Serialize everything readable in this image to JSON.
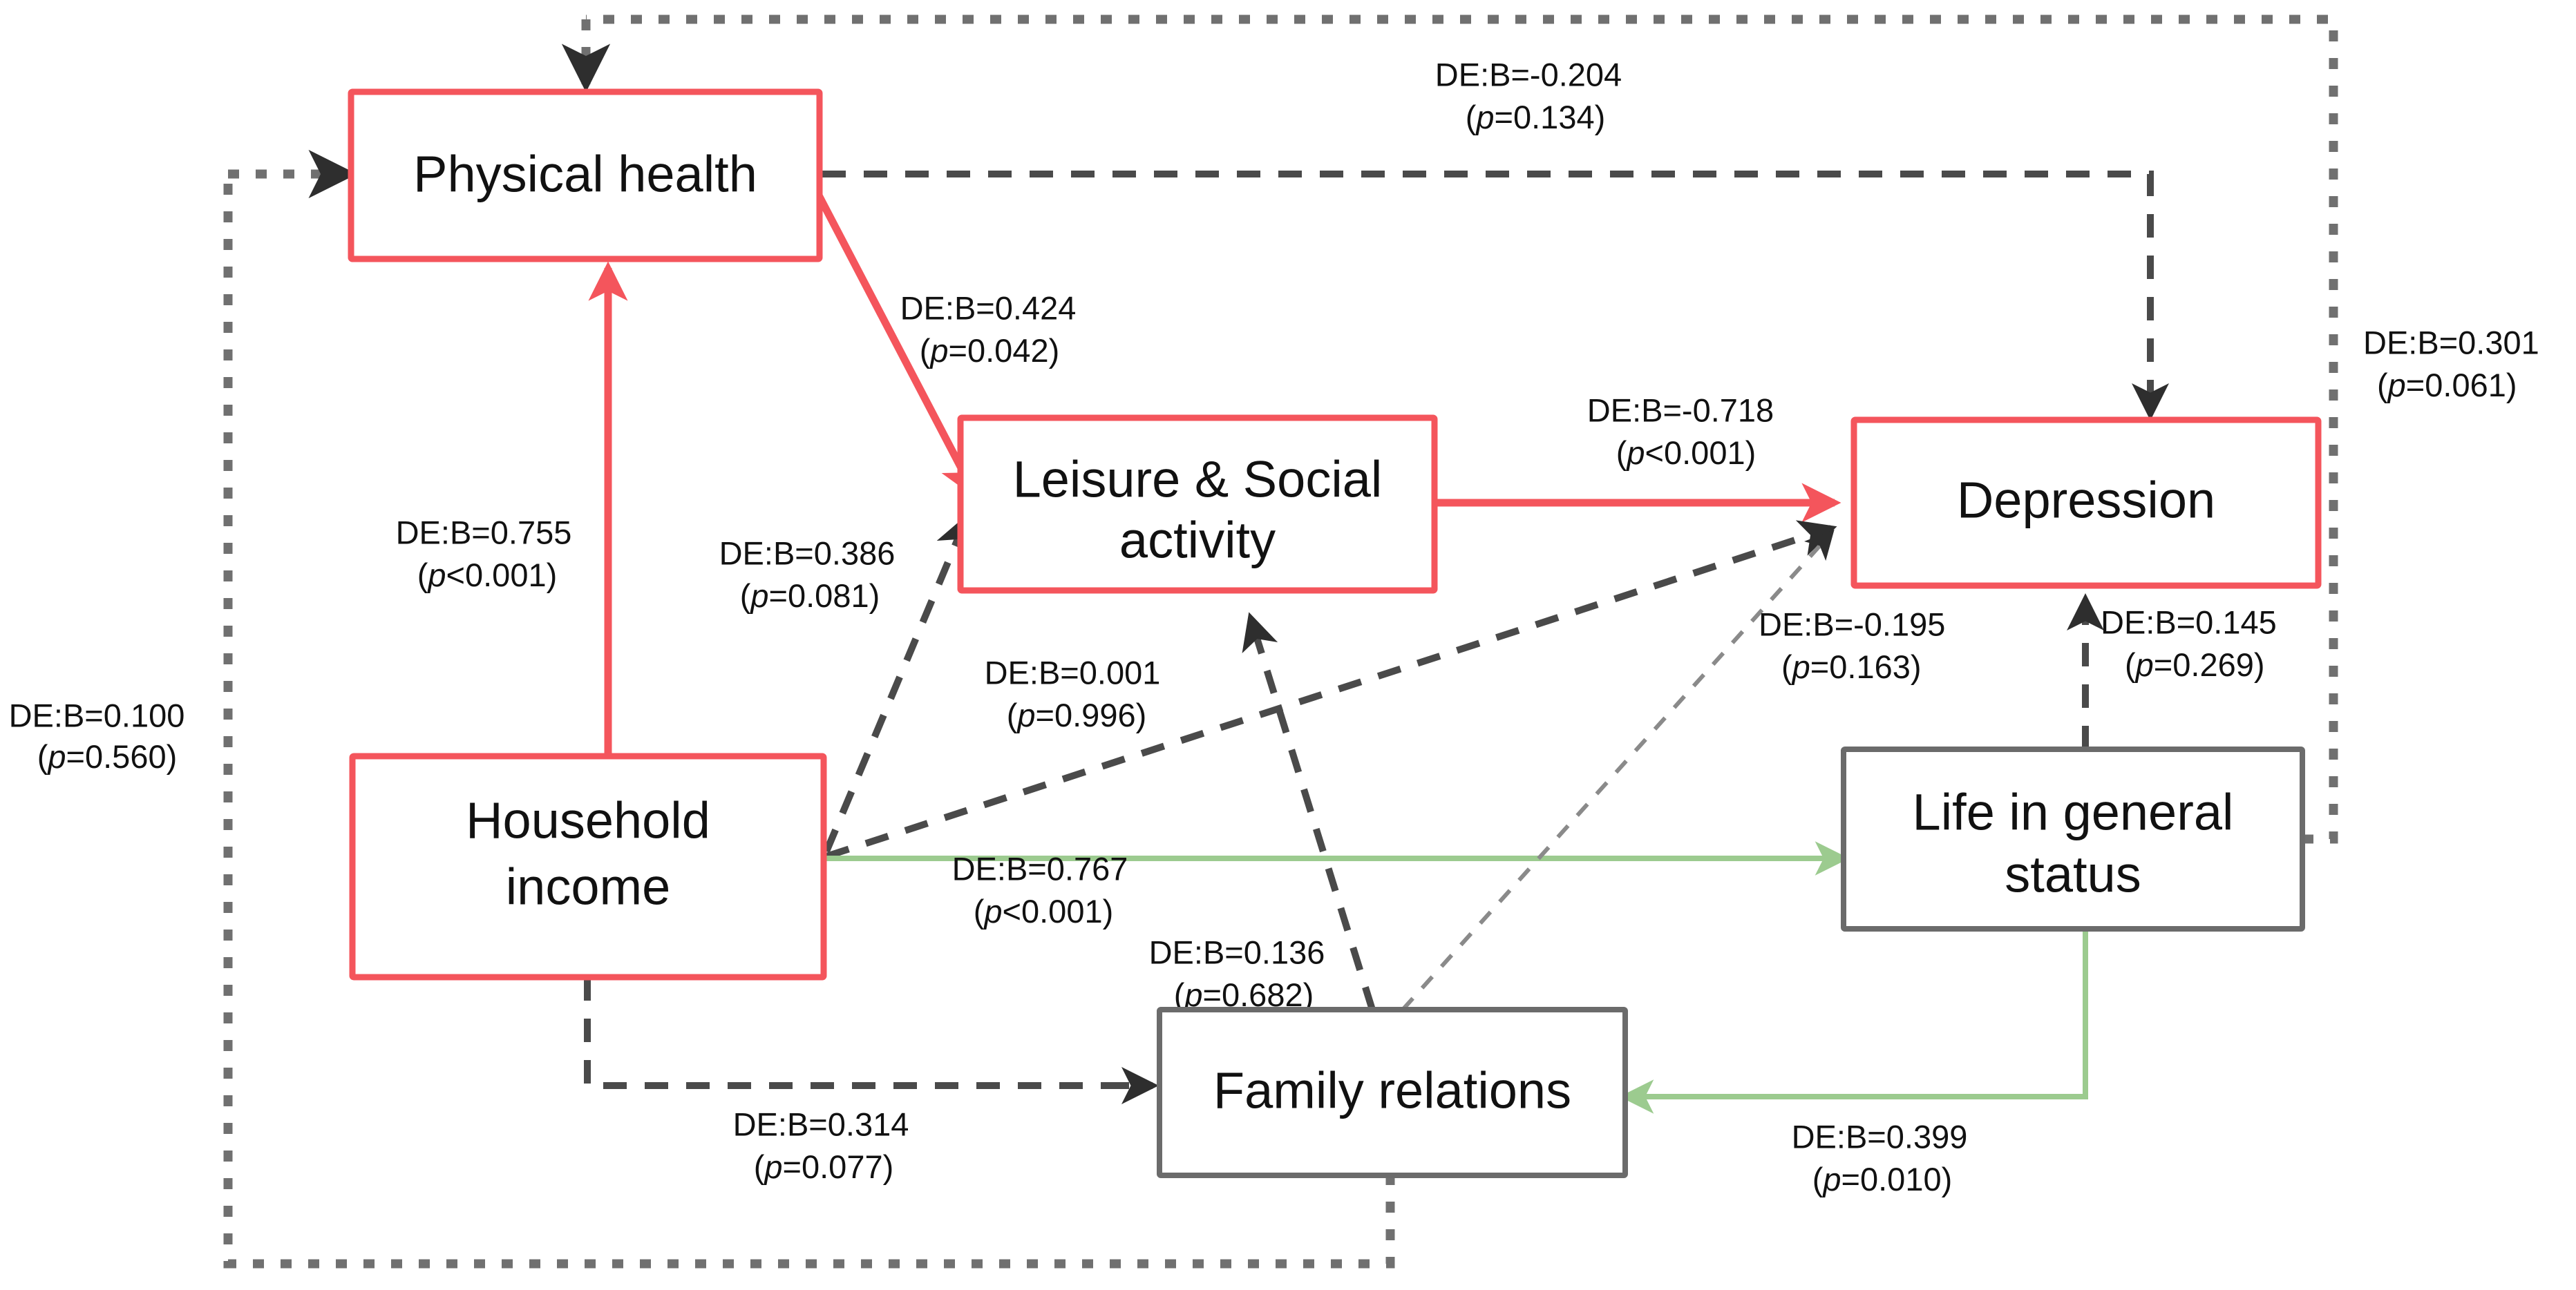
{
  "figure": {
    "type": "path-diagram",
    "title": "",
    "palette": {
      "accent_node_stroke": "#f4555c",
      "neutral_node_stroke": "#6b6b6b",
      "red_edge": "#f4555c",
      "green_edge": "#9ccb8f",
      "dashed_edge": "#4a4a4a",
      "background": "#ffffff",
      "text": "#111111"
    }
  },
  "nodes": [
    {
      "id": "physical_health",
      "label": "Physical health",
      "style": "accent"
    },
    {
      "id": "leisure_social",
      "label_line1": "Leisure & Social",
      "label_line2": "activity",
      "style": "accent"
    },
    {
      "id": "depression",
      "label": "Depression",
      "style": "accent"
    },
    {
      "id": "household_income",
      "label_line1": "Household",
      "label_line2": "income",
      "style": "accent"
    },
    {
      "id": "life_general",
      "label_line1": "Life in general",
      "label_line2": "status",
      "style": "neutral"
    },
    {
      "id": "family_relations",
      "label": "Family relations",
      "style": "neutral"
    }
  ],
  "edges": [
    {
      "id": "income_to_physical",
      "from": "household_income",
      "to": "physical_health",
      "style": "red",
      "coef": "DE:B=0.755",
      "p": "(p<0.001)"
    },
    {
      "id": "physical_to_leisure",
      "from": "physical_health",
      "to": "leisure_social",
      "style": "red",
      "coef": "DE:B=0.424",
      "p": "(p=0.042)"
    },
    {
      "id": "leisure_to_depression",
      "from": "leisure_social",
      "to": "depression",
      "style": "red",
      "coef": "DE:B=-0.718",
      "p": "(p<0.001)"
    },
    {
      "id": "physical_to_depression",
      "from": "physical_health",
      "to": "depression",
      "style": "dash",
      "coef": "DE:B=-0.204",
      "p": "(p=0.134)"
    },
    {
      "id": "life_to_physical",
      "from": "life_general",
      "to": "physical_health",
      "style": "dash",
      "coef": "DE:B=0.301",
      "p": "(p=0.061)"
    },
    {
      "id": "family_to_physical",
      "from": "family_relations",
      "to": "physical_health",
      "style": "dash",
      "coef": "DE:B=0.100",
      "p": "(p=0.560)"
    },
    {
      "id": "income_to_leisure",
      "from": "household_income",
      "to": "leisure_social",
      "style": "dash",
      "coef": "DE:B=0.386",
      "p": "(p=0.081)"
    },
    {
      "id": "income_to_depression",
      "from": "household_income",
      "to": "depression",
      "style": "dash",
      "coef": "DE:B=0.001",
      "p": "(p=0.996)"
    },
    {
      "id": "income_to_life",
      "from": "household_income",
      "to": "life_general",
      "style": "green",
      "coef": "DE:B=0.767",
      "p": "(p<0.001)"
    },
    {
      "id": "income_to_family",
      "from": "household_income",
      "to": "family_relations",
      "style": "dash",
      "coef": "DE:B=0.314",
      "p": "(p=0.077)"
    },
    {
      "id": "family_to_leisure",
      "from": "family_relations",
      "to": "leisure_social",
      "style": "dash",
      "coef": "DE:B=0.136",
      "p": "(p=0.682)"
    },
    {
      "id": "family_to_depression",
      "from": "family_relations",
      "to": "depression",
      "style": "dash-thin",
      "coef": "DE:B=-0.195",
      "p": "(p=0.163)"
    },
    {
      "id": "life_to_depression",
      "from": "life_general",
      "to": "depression",
      "style": "dash",
      "coef": "DE:B=0.145",
      "p": "(p=0.269)"
    },
    {
      "id": "life_to_family",
      "from": "life_general",
      "to": "family_relations",
      "style": "green",
      "coef": "DE:B=0.399",
      "p": "(p=0.010)"
    }
  ]
}
